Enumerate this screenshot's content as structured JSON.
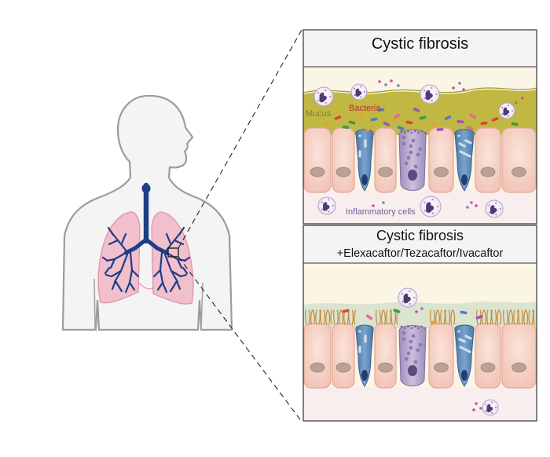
{
  "panels": {
    "top": {
      "title": "Cystic fibrosis",
      "labels": {
        "mucus": "Mucus",
        "bacteria": "Bacteria",
        "inflammatory_cells": "Inflammatory cells"
      }
    },
    "bottom": {
      "title": "Cystic fibrosis",
      "subtitle": "+Elexacaftor/Tezacaftor/Ivacaftor"
    }
  },
  "colors": {
    "mucus": "#bdb43a",
    "bacteria_label": "#b5322b",
    "cell_label": "#7a5a9a",
    "airway": "#1d3f86",
    "lung": "#f2bfcd",
    "epithelial_cell": "#f6d0c4",
    "goblet_cell": "#5b86b4",
    "basal_cell": "#b6a7cc"
  }
}
